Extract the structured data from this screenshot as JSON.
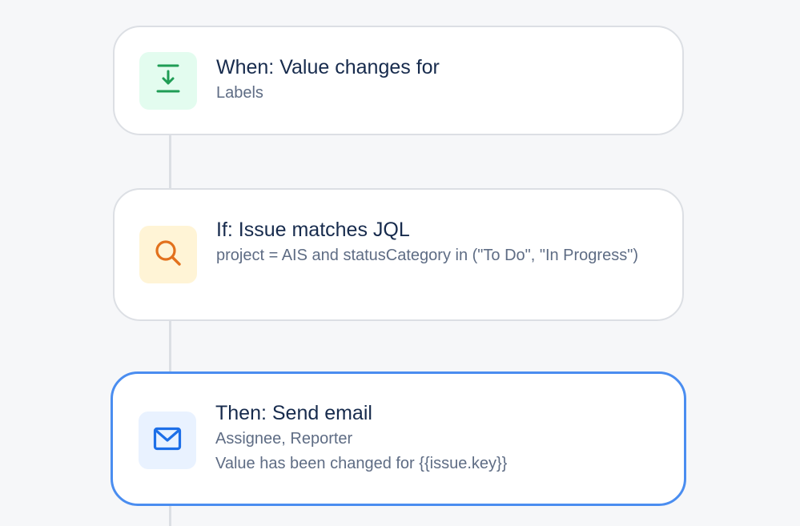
{
  "steps": [
    {
      "title": "When: Value changes for",
      "lines": [
        "Labels"
      ],
      "icon": "download-icon",
      "icon_bg": "#e3fcef",
      "icon_color": "#1f9d55"
    },
    {
      "title": "If: Issue matches JQL",
      "lines": [
        "project = AIS and statusCategory in (\"To Do\", \"In Progress\")"
      ],
      "icon": "search-icon",
      "icon_bg": "#fff4d6",
      "icon_color": "#e2711d"
    },
    {
      "title": "Then: Send email",
      "lines": [
        "Assignee, Reporter",
        "Value has been changed for {{issue.key}}"
      ],
      "icon": "mail-icon",
      "icon_bg": "#e9f2ff",
      "icon_color": "#1d6fe8",
      "selected": true
    }
  ],
  "colors": {
    "background": "#f6f7f9",
    "connector": "#dcdfe4",
    "selected_border": "#4a8df0"
  }
}
